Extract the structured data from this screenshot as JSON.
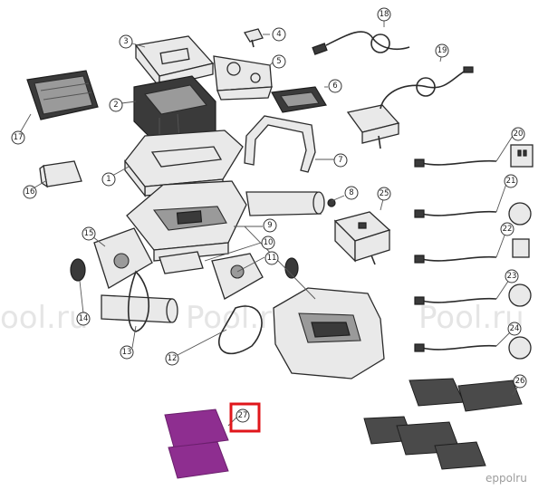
{
  "watermark": {
    "text_left": "ool.ru",
    "text_mid": "Pool.ru",
    "text_right": "Pool.ru"
  },
  "logo_text": "eppolru",
  "highlight_color": "#e0161b",
  "callouts": [
    {
      "label": "1"
    },
    {
      "label": "2"
    },
    {
      "label": "3"
    },
    {
      "label": "4"
    },
    {
      "label": "5"
    },
    {
      "label": "6"
    },
    {
      "label": "7"
    },
    {
      "label": "8"
    },
    {
      "label": "9"
    },
    {
      "label": "10"
    },
    {
      "label": "11"
    },
    {
      "label": "12"
    },
    {
      "label": "13"
    },
    {
      "label": "14"
    },
    {
      "label": "15"
    },
    {
      "label": "16"
    },
    {
      "label": "17"
    },
    {
      "label": "18"
    },
    {
      "label": "19"
    },
    {
      "label": "20"
    },
    {
      "label": "21"
    },
    {
      "label": "22"
    },
    {
      "label": "23"
    },
    {
      "label": "24"
    },
    {
      "label": "25"
    },
    {
      "label": "26"
    },
    {
      "label": "27"
    }
  ],
  "highlighted_callout": "27"
}
